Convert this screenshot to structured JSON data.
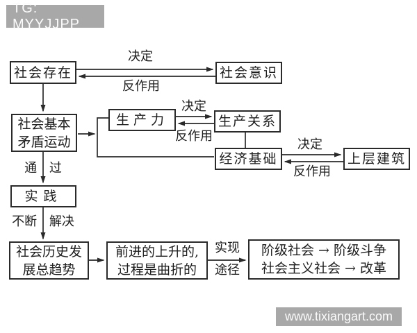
{
  "banners": {
    "top": "TG: MYYJJPP",
    "bottom": "www.tixiangart.com"
  },
  "colors": {
    "banner_bg": "#a8a8a8",
    "line": "#2a2a2a",
    "background": "#ffffff"
  },
  "boxes": {
    "social_existence": "社会存在",
    "social_consciousness": "社会意识",
    "basic_contradiction": {
      "line1": "社会基本",
      "line2": "矛盾运动"
    },
    "productive_forces": "生产力",
    "production_relations": "生产关系",
    "economic_base": "经济基础",
    "superstructure": "上层建筑",
    "practice": "实践",
    "historical_trend": {
      "line1": "社会历史发",
      "line2": "展总趋势"
    },
    "forward_process": {
      "line1": "前进的上升的,",
      "line2": "过程是曲折的"
    },
    "class_society": {
      "line1": "阶级社会 → 阶级斗争",
      "line2": "社会主义社会 → 改革"
    }
  },
  "labels": {
    "determine_existence": "决定",
    "react_existence": "反作用",
    "determine_forces": "决定",
    "react_forces": "反作用",
    "determine_base": "决定",
    "react_base": "反作用",
    "through": "通 过",
    "constantly_solve": "不断 解决",
    "realize": "实现",
    "approach": "途径"
  }
}
